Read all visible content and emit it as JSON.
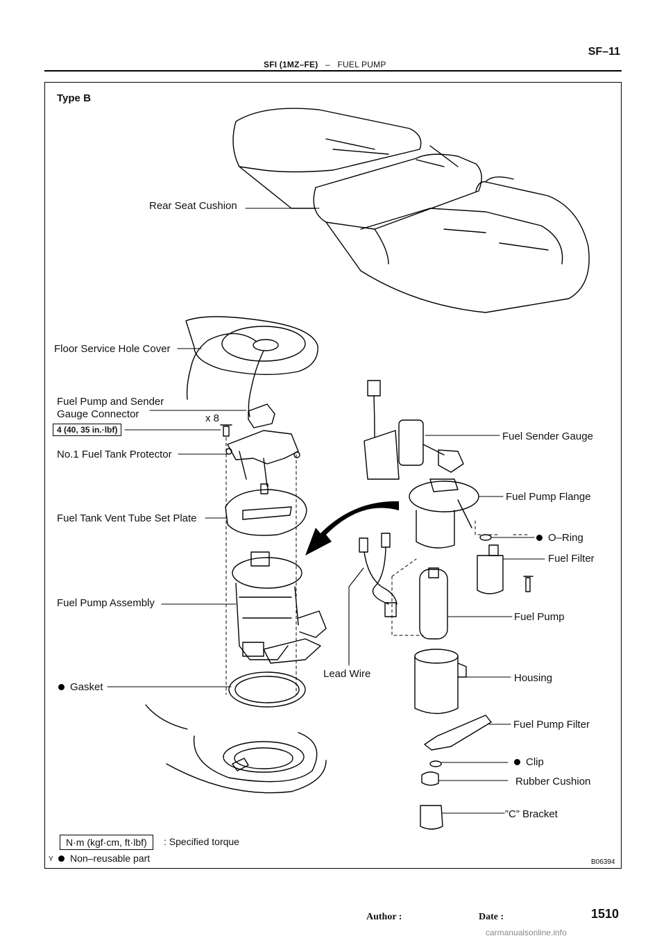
{
  "header": {
    "section": "SFI (1MZ–FE)",
    "separator": "–",
    "title": "FUEL PUMP",
    "code": "SF–11"
  },
  "diagram": {
    "type_label": "Type B",
    "labels": {
      "rear_seat_cushion": "Rear Seat Cushion",
      "floor_service_hole_cover": "Floor Service Hole Cover",
      "connector_line1": "Fuel Pump and Sender",
      "connector_line2": "Gauge Connector",
      "bolt_count": "x 8",
      "torque_spec": "4 (40, 35 in.·lbf)",
      "fuel_tank_protector": "No.1 Fuel Tank Protector",
      "vent_tube_set_plate": "Fuel Tank Vent Tube Set Plate",
      "fuel_pump_assembly": "Fuel Pump Assembly",
      "gasket": "Gasket",
      "lead_wire": "Lead Wire",
      "fuel_sender_gauge": "Fuel Sender Gauge",
      "fuel_pump_flange": "Fuel Pump Flange",
      "o_ring": "O–Ring",
      "fuel_filter": "Fuel Filter",
      "fuel_pump": "Fuel Pump",
      "housing": "Housing",
      "fuel_pump_filter": "Fuel Pump Filter",
      "clip": "Clip",
      "rubber_cushion": "Rubber Cushion",
      "c_bracket": "”C” Bracket"
    },
    "legend": {
      "torque_unit": "N·m (kgf·cm, ft·lbf)",
      "torque_desc": ": Specified torque",
      "non_reusable": "Non–reusable part",
      "corner_mark": "Y"
    },
    "figure_code": "B06394"
  },
  "footer": {
    "author": "Author :",
    "date": "Date :",
    "page": "1510"
  },
  "watermark": "carmanualsonline.info"
}
